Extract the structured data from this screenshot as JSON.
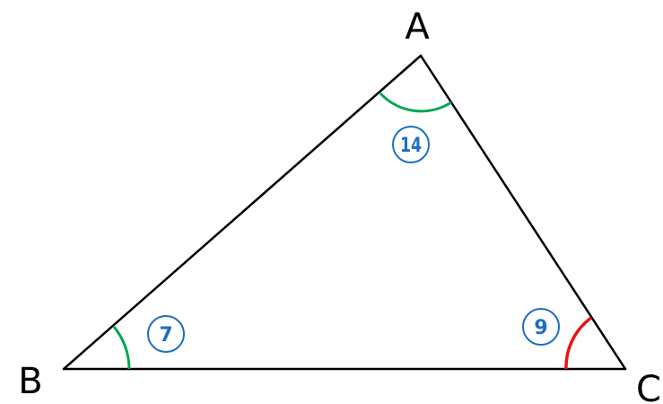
{
  "vertices": {
    "a": "A",
    "b": "B",
    "c": "C"
  },
  "angles": {
    "a": "14",
    "b": "7",
    "c": "9"
  },
  "colors": {
    "edges": "#000000",
    "angle_arc_a": "#00a651",
    "angle_arc_b": "#00a651",
    "angle_arc_c": "#ee1111",
    "angle_number": "#1e6fbf"
  }
}
